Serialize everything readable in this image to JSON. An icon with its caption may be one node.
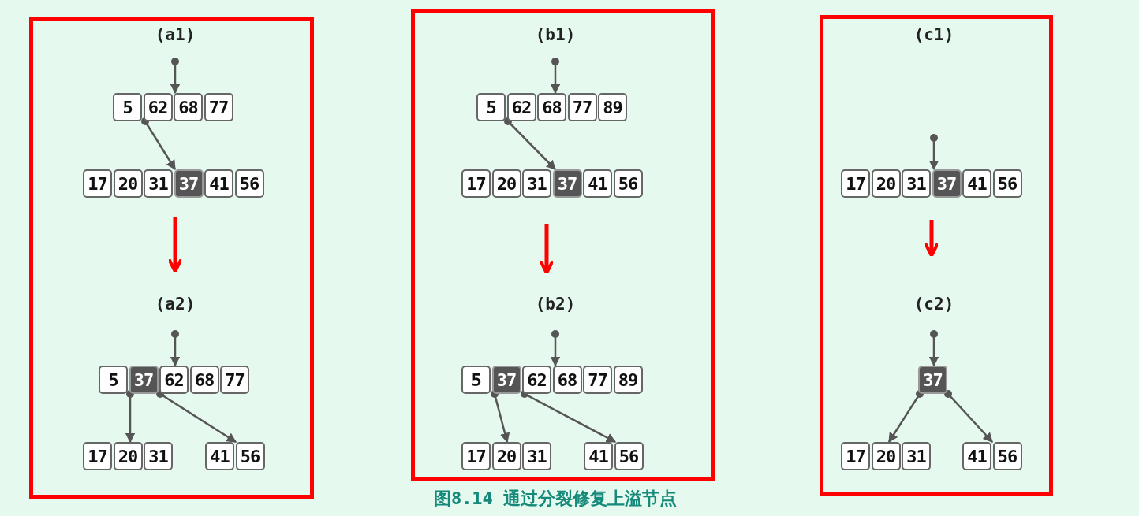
{
  "diagram": {
    "caption": "图8.14 通过分裂修复上溢节点",
    "nodes": [
      {
        "text": [
          "(a1)",
          "(a2)"
        ]
      },
      {
        "text": [
          "5",
          "62",
          "68",
          "77"
        ],
        "in": 0
      },
      {
        "text": [
          "17",
          "20",
          "31",
          "37",
          "41",
          "56"
        ],
        "in": 0
      },
      {
        "text": [
          "5",
          "37",
          "62",
          "68",
          "77"
        ],
        "in": 0
      },
      {
        "text": [
          "17",
          "20",
          "31"
        ],
        "in": 0
      },
      {
        "text": [
          "41",
          "56"
        ],
        "in": 0
      },
      {
        "text": [
          "(b1)",
          "(b2)"
        ]
      },
      {
        "text": [
          "5",
          "62",
          "68",
          "77",
          "89"
        ],
        "in": 6
      },
      {
        "text": [
          "17",
          "20",
          "31",
          "37",
          "41",
          "56"
        ],
        "in": 6
      },
      {
        "text": [
          "5",
          "37",
          "62",
          "68",
          "77",
          "89"
        ],
        "in": 6
      },
      {
        "text": [
          "17",
          "20",
          "31"
        ],
        "in": 6
      },
      {
        "text": [
          "41",
          "56"
        ],
        "in": 6
      },
      {
        "text": [
          "(c1)",
          "(c2)"
        ]
      },
      {
        "text": [
          "17",
          "20",
          "31",
          "37",
          "41",
          "56"
        ],
        "in": 12
      },
      {
        "text": [
          "37"
        ],
        "in": 12
      },
      {
        "text": [
          "17",
          "20",
          "31"
        ],
        "in": 12
      },
      {
        "text": [
          "41",
          "56"
        ],
        "in": 12
      }
    ],
    "edges": [
      {
        "from": null,
        "to": 1,
        "arrow": "to"
      },
      {
        "from": 1,
        "to": 2,
        "arrow": "to"
      },
      {
        "from": null,
        "to": 3,
        "arrow": "to"
      },
      {
        "from": 3,
        "to": 4,
        "arrow": "to"
      },
      {
        "from": 3,
        "to": 5,
        "arrow": "to"
      },
      {
        "from": null,
        "to": 7,
        "arrow": "to"
      },
      {
        "from": 7,
        "to": 8,
        "arrow": "to"
      },
      {
        "from": null,
        "to": 9,
        "arrow": "to"
      },
      {
        "from": 9,
        "to": 10,
        "arrow": "to"
      },
      {
        "from": 9,
        "to": 11,
        "arrow": "to"
      },
      {
        "from": null,
        "to": 13,
        "arrow": "to"
      },
      {
        "from": null,
        "to": 14,
        "arrow": "to"
      },
      {
        "from": 14,
        "to": 15,
        "arrow": "to"
      },
      {
        "from": 14,
        "to": 16,
        "arrow": "to"
      }
    ]
  }
}
